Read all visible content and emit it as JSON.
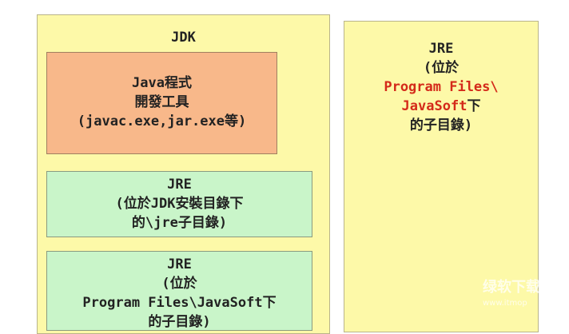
{
  "jdk": {
    "title": "JDK"
  },
  "tools": {
    "lines": [
      "Java程式",
      "開發工具",
      "(javac.exe,jar.exe等)"
    ]
  },
  "jre_private": {
    "lines": [
      "JRE",
      "(位於JDK安裝目錄下",
      "的\\jre子目錄)"
    ]
  },
  "jre_public_inner": {
    "lines": [
      "JRE",
      "(位於",
      "Program Files\\JavaSoft下",
      "的子目錄)"
    ]
  },
  "jre_right": {
    "title": "JRE",
    "line1": "(位於",
    "red1": "Program Files\\",
    "red2": "JavaSoft",
    "tail2": "下",
    "line4": "的子目錄)"
  },
  "watermark": {
    "text": "绿软下载",
    "url": "www.itmop"
  },
  "colors": {
    "outer": "#fdf9a8",
    "tools": "#f8b88a",
    "jre": "#c9f5c9",
    "red": "#d42a1a"
  }
}
